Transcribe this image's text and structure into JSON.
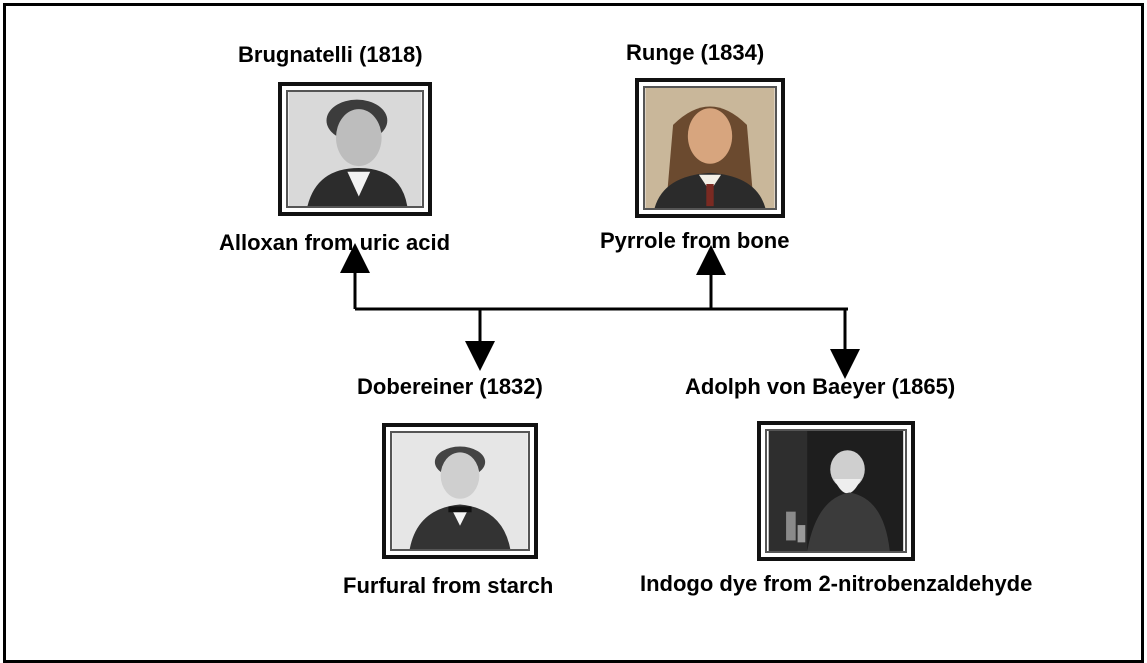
{
  "nodes": {
    "brugnatelli": {
      "name": "Brugnatelli  (1818)",
      "discovery": "Alloxan from uric acid"
    },
    "runge": {
      "name": "Runge (1834)",
      "discovery": "Pyrrole from bone"
    },
    "dobereiner": {
      "name": "Dobereiner (1832)",
      "discovery": "Furfural from starch"
    },
    "baeyer": {
      "name": "Adolph von Baeyer (1865)",
      "discovery": "Indogo dye from 2-nitrobenzaldehyde"
    }
  },
  "colors": {
    "line": "#000000",
    "text": "#000000"
  }
}
